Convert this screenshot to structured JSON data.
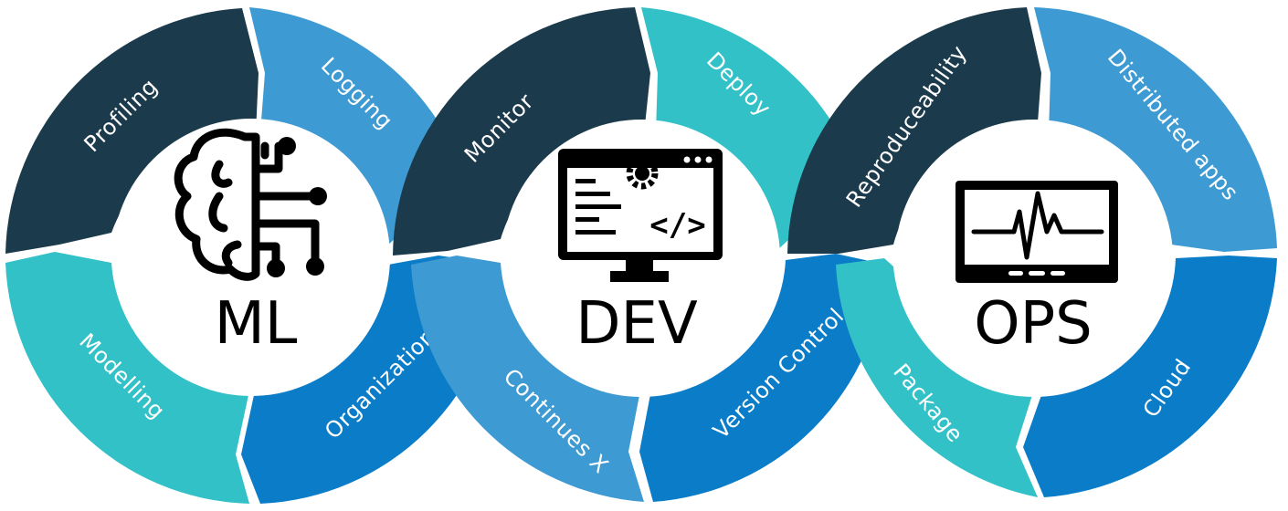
{
  "colors": {
    "navy": "#1b3a4b",
    "sky": "#3e9ad2",
    "teal": "#33c1c8",
    "blue": "#0a7cc8",
    "white": "#ffffff",
    "black": "#000000"
  },
  "rings": [
    {
      "key": "ml",
      "title": "ML",
      "icon": "brain-circuit-icon",
      "segments": [
        {
          "label": "Profiling",
          "color": "navy"
        },
        {
          "label": "Logging",
          "color": "sky"
        },
        {
          "label": "Organization",
          "color": "blue"
        },
        {
          "label": "Modelling",
          "color": "teal"
        }
      ]
    },
    {
      "key": "dev",
      "title": "DEV",
      "icon": "monitor-code-icon",
      "segments": [
        {
          "label": "Monitor",
          "color": "navy"
        },
        {
          "label": "Deploy",
          "color": "teal"
        },
        {
          "label": "Version Control",
          "color": "blue"
        },
        {
          "label": "Continues X",
          "color": "sky"
        }
      ]
    },
    {
      "key": "ops",
      "title": "OPS",
      "icon": "heartbeat-monitor-icon",
      "segments": [
        {
          "label": "Reproduceability",
          "color": "navy"
        },
        {
          "label": "Distributed apps",
          "color": "sky"
        },
        {
          "label": "Cloud",
          "color": "blue"
        },
        {
          "label": "Package",
          "color": "teal"
        }
      ]
    }
  ]
}
